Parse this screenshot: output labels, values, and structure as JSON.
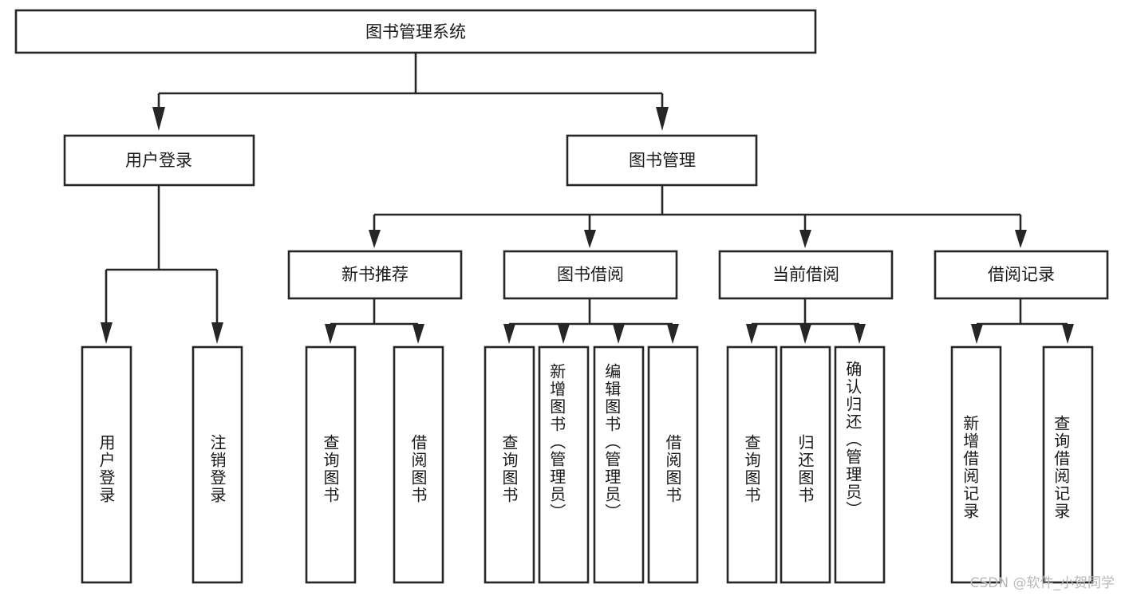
{
  "diagram": {
    "type": "tree-hierarchy-chart",
    "title": "图书管理系统",
    "root": {
      "id": "root",
      "label": "图书管理系统"
    },
    "level2": [
      {
        "id": "user-login",
        "label": "用户登录"
      },
      {
        "id": "book-management",
        "label": "图书管理"
      }
    ],
    "level3": [
      {
        "id": "new-book-recommend",
        "label": "新书推荐",
        "parent": "book-management"
      },
      {
        "id": "book-borrow",
        "label": "图书借阅",
        "parent": "book-management"
      },
      {
        "id": "current-borrow",
        "label": "当前借阅",
        "parent": "book-management"
      },
      {
        "id": "borrow-record",
        "label": "借阅记录",
        "parent": "book-management"
      }
    ],
    "leaves": [
      {
        "id": "leaf-user-login",
        "label": "用户登录",
        "parent": "user-login"
      },
      {
        "id": "leaf-logout-login",
        "label": "注销登录",
        "parent": "user-login"
      },
      {
        "id": "leaf-query-book-1",
        "label": "查询图书",
        "parent": "new-book-recommend"
      },
      {
        "id": "leaf-borrow-book-1",
        "label": "借阅图书",
        "parent": "new-book-recommend"
      },
      {
        "id": "leaf-query-book-2",
        "label": "查询图书",
        "parent": "book-borrow"
      },
      {
        "id": "leaf-add-book",
        "label": "新增图书（管理员）",
        "parent": "book-borrow"
      },
      {
        "id": "leaf-edit-book",
        "label": "编辑图书（管理员）",
        "parent": "book-borrow"
      },
      {
        "id": "leaf-borrow-book-2",
        "label": "借阅图书",
        "parent": "book-borrow"
      },
      {
        "id": "leaf-query-book-3",
        "label": "查询图书",
        "parent": "current-borrow"
      },
      {
        "id": "leaf-return-book",
        "label": "归还图书",
        "parent": "current-borrow"
      },
      {
        "id": "leaf-confirm-return",
        "label": "确认归还（管理员）",
        "parent": "current-borrow"
      },
      {
        "id": "leaf-add-borrow-record",
        "label": "新增借阅记录",
        "parent": "borrow-record"
      },
      {
        "id": "leaf-query-borrow-record",
        "label": "查询借阅记录",
        "parent": "borrow-record"
      }
    ],
    "colors": {
      "box_stroke": "#262626",
      "box_fill": "#ffffff",
      "text": "#1a1a1a",
      "background": "#ffffff",
      "watermark": "#b9b9b9"
    }
  },
  "watermark": {
    "text": "CSDN @软件_小贺同学"
  }
}
